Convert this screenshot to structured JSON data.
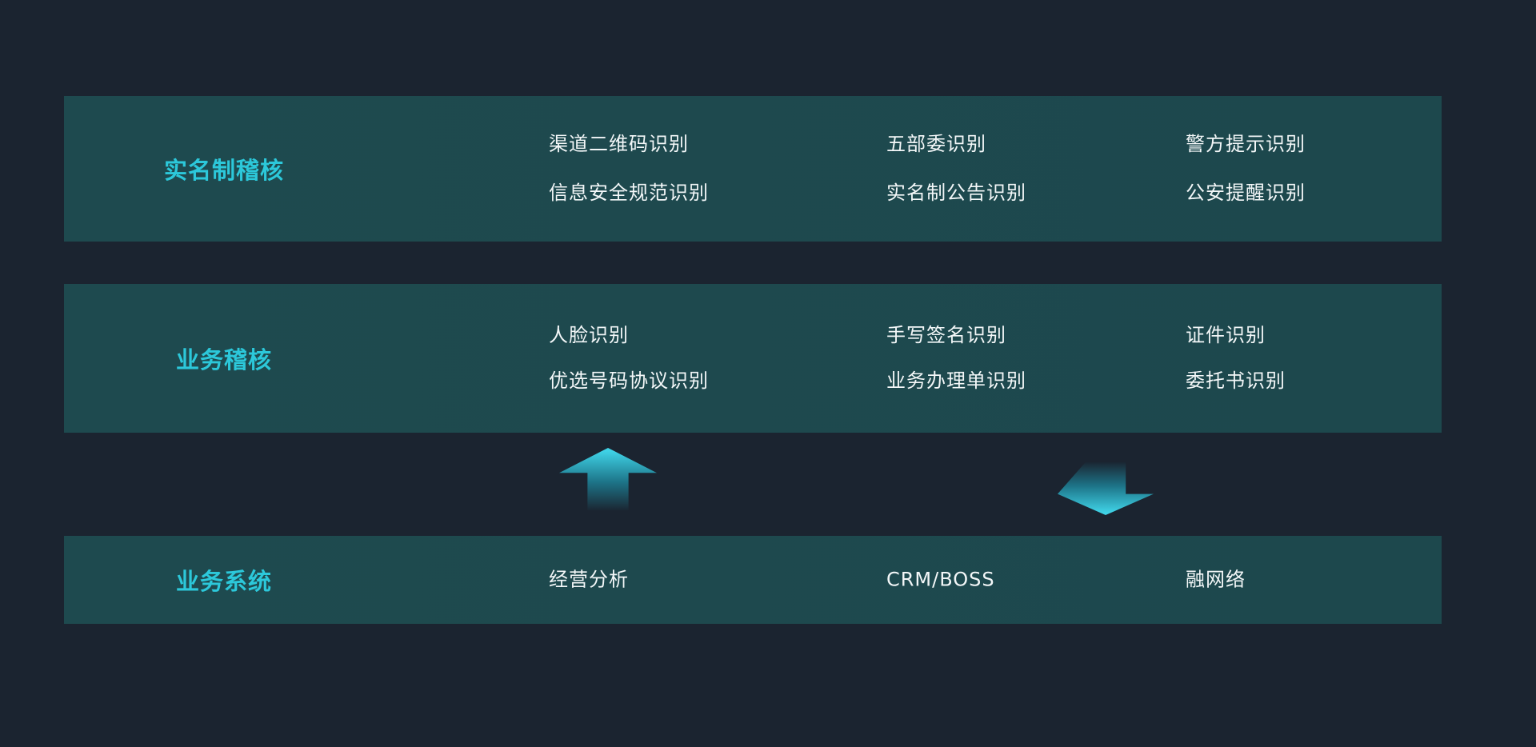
{
  "colors": {
    "background": "#1b2430",
    "band": "#1e4a4f",
    "accent_heading": "#2cc8da",
    "item_text": "#f3f7f8",
    "arrow_bright": "#3fd2e6",
    "arrow_dark": "#173642"
  },
  "bands": [
    {
      "title": "实名制稽核",
      "columns": [
        [
          "渠道二维码识别",
          "信息安全规范识别"
        ],
        [
          "五部委识别",
          "实名制公告识别"
        ],
        [
          "警方提示识别",
          "公安提醒识别"
        ]
      ]
    },
    {
      "title": "业务稽核",
      "columns": [
        [
          "人脸识别",
          "优选号码协议识别"
        ],
        [
          "手写签名识别",
          "业务办理单识别"
        ],
        [
          "证件识别",
          "委托书识别"
        ]
      ]
    },
    {
      "title": "业务系统",
      "columns": [
        [
          "经营分析"
        ],
        [
          "CRM/BOSS"
        ],
        [
          "融网络"
        ]
      ]
    }
  ],
  "arrows": [
    {
      "name": "arrow-up",
      "direction": "up"
    },
    {
      "name": "arrow-down",
      "direction": "down"
    }
  ]
}
